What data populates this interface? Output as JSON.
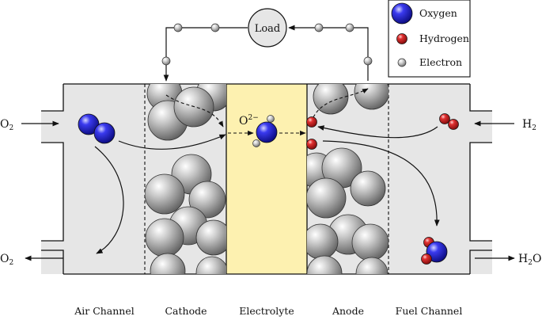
{
  "diagram": {
    "load_label": "Load",
    "oxygen_ion_label": "O",
    "oxygen_ion_charge": "2−",
    "gas_inlet_air": {
      "base": "O",
      "sub": "2"
    },
    "gas_outlet_air": {
      "base": "O",
      "sub": "2"
    },
    "gas_inlet_fuel": {
      "base": "H",
      "sub": "2"
    },
    "gas_outlet_fuel": {
      "base": "H",
      "sub": "2",
      "tail": "O"
    },
    "regions": [
      "Air Channel",
      "Cathode",
      "Electrolyte",
      "Anode",
      "Fuel Channel"
    ],
    "legend": [
      {
        "label": "Oxygen",
        "icon": "oxygen-atom-icon"
      },
      {
        "label": "Hydrogen",
        "icon": "hydrogen-atom-icon"
      },
      {
        "label": "Electron",
        "icon": "electron-icon"
      }
    ],
    "colors": {
      "channel_fill": "#e6e6e6",
      "electrolyte_fill": "#fdf1b0",
      "oxygen": "#1a1ad0",
      "hydrogen": "#cc1a1a",
      "electron": "#bdbdbd",
      "electrode_particle": "#9a9a9a"
    }
  }
}
